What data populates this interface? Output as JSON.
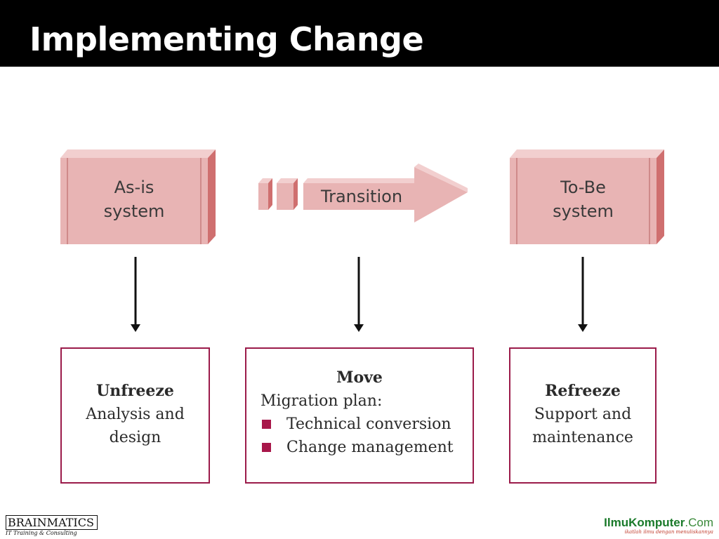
{
  "header": {
    "title": "Implementing Change"
  },
  "diagram": {
    "top_boxes": [
      {
        "line1": "As-is",
        "line2": "system"
      },
      {
        "line1": "To-Be",
        "line2": "system"
      }
    ],
    "transition_label": "Transition",
    "stages": [
      {
        "title": "Unfreeze",
        "lines": [
          "Analysis and",
          "design"
        ]
      },
      {
        "title": "Move",
        "subtitle": "Migration plan:",
        "bullets": [
          "Technical conversion",
          "Change management"
        ]
      },
      {
        "title": "Refreeze",
        "lines": [
          "Support and",
          "maintenance"
        ]
      }
    ]
  },
  "footer": {
    "left_logo": "BRAINMATICS",
    "left_sub": "IT Training & Consulting",
    "right_logo_a": "IlmuKomputer",
    "right_logo_b": ".Com",
    "right_tag": "ikatlah ilmu dengan menuliskannya"
  },
  "colors": {
    "box_fill": "#e8b4b4",
    "box_top": "#f2cfcf",
    "box_side": "#cf6f6f",
    "stage_border": "#9b1b4a",
    "bullet": "#a8174a"
  },
  "icons": {
    "bullet": "square-bullet"
  }
}
